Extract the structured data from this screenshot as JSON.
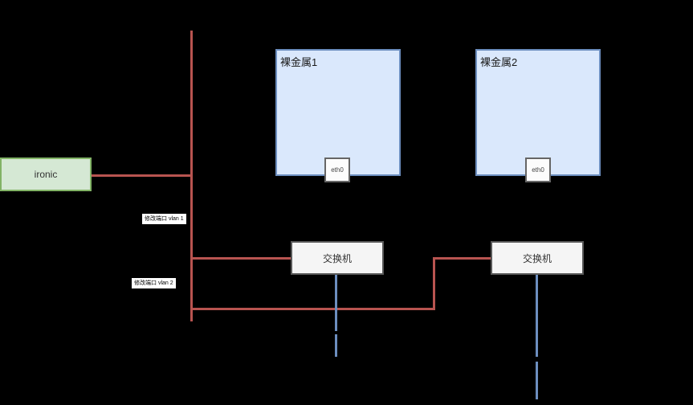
{
  "diagram": {
    "title": "ironic bare-metal network diagram",
    "nodes": {
      "ironic": {
        "label": "ironic",
        "type": "service"
      },
      "metal1": {
        "label": "裸金属1",
        "type": "bare-metal-server"
      },
      "metal2": {
        "label": "裸金属2",
        "type": "bare-metal-server"
      },
      "eth0_1": {
        "label": "eth0",
        "type": "nic"
      },
      "eth0_2": {
        "label": "eth0",
        "type": "nic"
      },
      "switch1": {
        "label": "交换机",
        "type": "switch"
      },
      "switch2": {
        "label": "交换机",
        "type": "switch"
      }
    },
    "annotations": {
      "vlan1": {
        "label": "修改端口 vlan 1"
      },
      "vlan2": {
        "label": "修改端口 vlan 2"
      }
    },
    "colors": {
      "background": "#000000",
      "green_fill": "#d5e8d4",
      "green_border": "#82b366",
      "blue_fill": "#dae8fc",
      "blue_border": "#6c8ebf",
      "gray_fill": "#f5f5f5",
      "red_line": "#b85450",
      "blue_line": "#6c8ebf"
    }
  }
}
